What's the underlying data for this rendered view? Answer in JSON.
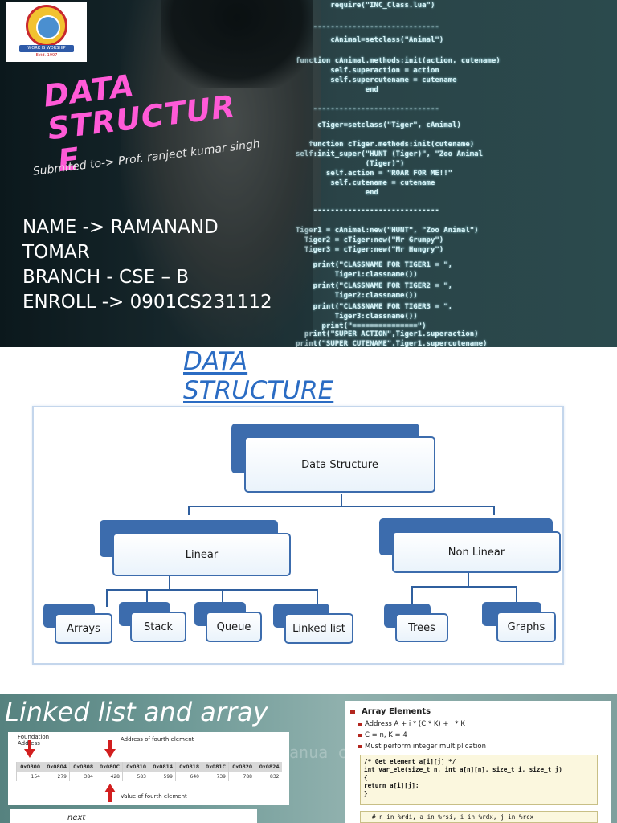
{
  "slide1": {
    "logo": {
      "ribbon": "WORK IS WORSHIP",
      "est": "Estd. 1997"
    },
    "title_lines": [
      "DATA",
      "STRUCTUR",
      "E"
    ],
    "subtitle": "Submited to-> Prof. ranjeet kumar singh",
    "info": [
      "NAME ->  RAMANAND",
      "TOMAR",
      "BRANCH - CSE – B",
      "ENROLL  -> 0901CS231112"
    ],
    "code_lines": [
      "        require(\"INC_Class.lua\")",
      "    -----------------------------",
      "        cAnimal=setclass(\"Animal\")",
      "function cAnimal.methods:init(action, cutename)",
      "        self.superaction = action",
      "        self.supercutename = cutename",
      "                end",
      "    -----------------------------",
      "     cTiger=setclass(\"Tiger\", cAnimal)",
      "   function cTiger.methods:init(cutename)",
      "self:init_super(\"HUNT (Tiger)\", \"Zoo Animal",
      "                (Tiger)\")",
      "       self.action = \"ROAR FOR ME!!\"",
      "        self.cutename = cutename",
      "                end",
      "    -----------------------------",
      "Tiger1 = cAnimal:new(\"HUNT\", \"Zoo Animal\")",
      "  Tiger2 = cTiger:new(\"Mr Grumpy\")",
      "  Tiger3 = cTiger:new(\"Mr Hungry\")",
      "    print(\"CLASSNAME FOR TIGER1 = \",",
      "         Tiger1:classname())",
      "    print(\"CLASSNAME FOR TIGER2 = \",",
      "         Tiger2:classname())",
      "    print(\"CLASSNAME FOR TIGER3 = \",",
      "         Tiger3:classname())",
      "      print(\"===============\")",
      "  print(\"SUPER ACTION\",Tiger1.superaction)",
      "print(\"SUPER CUTENAME\",Tiger1.supercutename)"
    ]
  },
  "slide2": {
    "title_lines": [
      "DATA",
      "STRUCTURE"
    ],
    "diagram": {
      "root": "Data Structure",
      "linear": "Linear",
      "nonlinear": "Non Linear",
      "linear_children": [
        "Arrays",
        "Stack",
        "Queue",
        "Linked list"
      ],
      "nonlinear_children": [
        "Trees",
        "Graphs"
      ]
    }
  },
  "slide3": {
    "title": "Linked list and array",
    "foundation_label": [
      "Foundation",
      "Address"
    ],
    "fourth_label": "Address of fourth element",
    "value_label": "Value of fourth element",
    "addresses": [
      "0x0800",
      "0x0804",
      "0x0808",
      "0x080C",
      "0x0810",
      "0x0814",
      "0x0818",
      "0x081C",
      "0x0820",
      "0x0824"
    ],
    "values": [
      "154",
      "279",
      "384",
      "428",
      "583",
      "599",
      "640",
      "739",
      "788",
      "832"
    ],
    "next_label": "next",
    "ghost_text": "anua        curren",
    "right": {
      "heading": "Array Elements",
      "bullets": [
        "Address A + i * (C * K) + j * K",
        "C = n, K = 4",
        "Must perform integer multiplication"
      ],
      "code_lines": [
        "/* Get element a[i][j] */",
        "int var_ele(size_t n, int a[n][n], size_t i, size_t j)",
        "{",
        "  return a[i][j];",
        "}"
      ],
      "code2": "# n in %rdi, a in %rsi, i in %rdx, j in %rcx"
    }
  }
}
